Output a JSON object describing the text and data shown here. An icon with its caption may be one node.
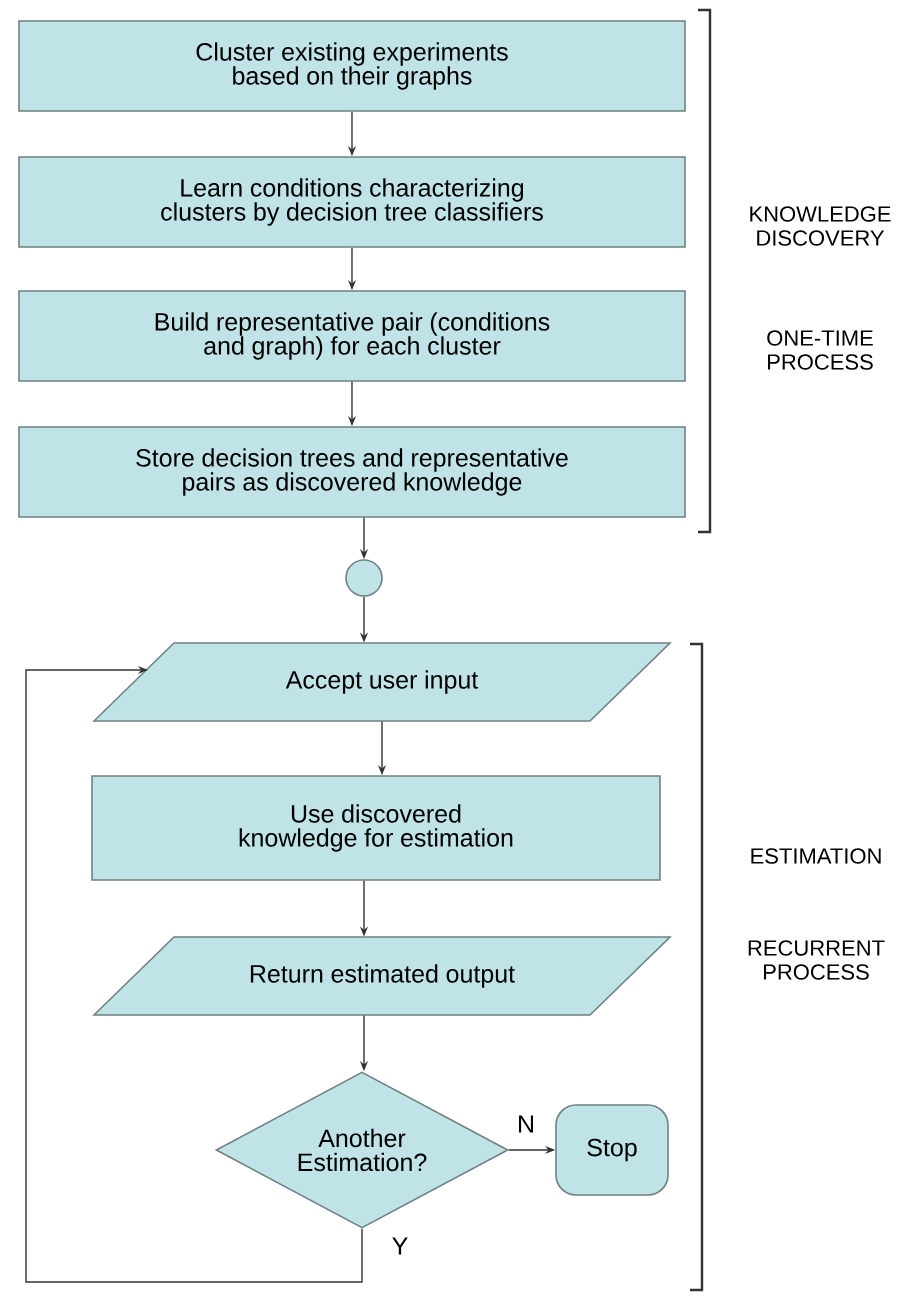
{
  "diagram": {
    "nodes": [
      {
        "text": [
          "Cluster existing experiments based on their graphs"
        ]
      },
      {
        "text": [
          "Learn conditions characterizing clusters by decision tree classifiers"
        ]
      },
      {
        "text": [
          "Build representative pair (conditions and graph) for each cluster"
        ]
      },
      {
        "text": [
          "Store decision trees and representative pairs as discovered knowledge"
        ]
      },
      {
        "text": [],
        "shape": "circle"
      },
      {
        "text": [
          "Accept user input"
        ]
      },
      {
        "text": [
          "Use discovered knowledge for estimation"
        ]
      },
      {
        "text": [
          "Return estimated output"
        ]
      },
      {
        "text": [
          "Another Estimation?"
        ]
      },
      {
        "text": [
          "Stop"
        ]
      }
    ],
    "edges": [
      {
        "from": 0,
        "to": 1,
        "arrow": "to"
      },
      {
        "from": 1,
        "to": 2,
        "arrow": "to"
      },
      {
        "from": 2,
        "to": 3,
        "arrow": "to"
      },
      {
        "from": 3,
        "to": 4,
        "arrow": "to"
      },
      {
        "from": 4,
        "to": 5,
        "arrow": "to"
      },
      {
        "from": 5,
        "to": 6,
        "arrow": "to"
      },
      {
        "from": 6,
        "to": 7,
        "arrow": "to"
      },
      {
        "from": 7,
        "to": 8,
        "arrow": "to"
      },
      {
        "from": 8,
        "to": 9,
        "arrow": "to",
        "label": "N"
      },
      {
        "from": 8,
        "to": 5,
        "arrow": "to",
        "label": "Y"
      }
    ],
    "labels": [
      "KNOWLEDGE DISCOVERY",
      "ONE-TIME PROCESS",
      "ESTIMATION",
      "RECURRENT PROCESS"
    ]
  }
}
